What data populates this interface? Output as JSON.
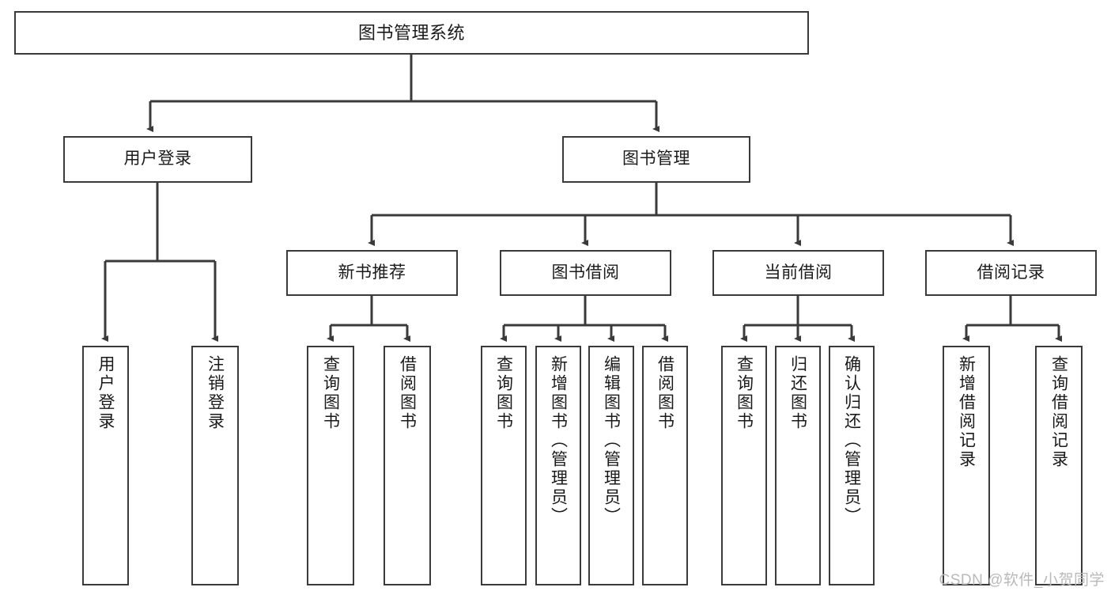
{
  "diagram": {
    "title": "图书管理系统",
    "watermark": "CSDN @软件_小贺同学",
    "colors": {
      "stroke": "#3a3a3a",
      "fill": "#ffffff",
      "text": "#1a1a1a",
      "watermark": "#b9b9b9"
    },
    "levels": {
      "root": {
        "label": "图书管理系统"
      },
      "level2": [
        {
          "label": "用户登录"
        },
        {
          "label": "图书管理"
        }
      ],
      "level3": [
        {
          "label": "新书推荐"
        },
        {
          "label": "图书借阅"
        },
        {
          "label": "当前借阅"
        },
        {
          "label": "借阅记录"
        }
      ],
      "leaves": [
        {
          "label": "用户登录"
        },
        {
          "label": "注销登录"
        },
        {
          "label": "查询图书"
        },
        {
          "label": "借阅图书"
        },
        {
          "label": "查询图书"
        },
        {
          "label": "新增图书（管理员）"
        },
        {
          "label": "编辑图书（管理员）"
        },
        {
          "label": "借阅图书"
        },
        {
          "label": "查询图书"
        },
        {
          "label": "归还图书"
        },
        {
          "label": "确认归还（管理员）"
        },
        {
          "label": "新增借阅记录"
        },
        {
          "label": "查询借阅记录"
        }
      ]
    }
  }
}
